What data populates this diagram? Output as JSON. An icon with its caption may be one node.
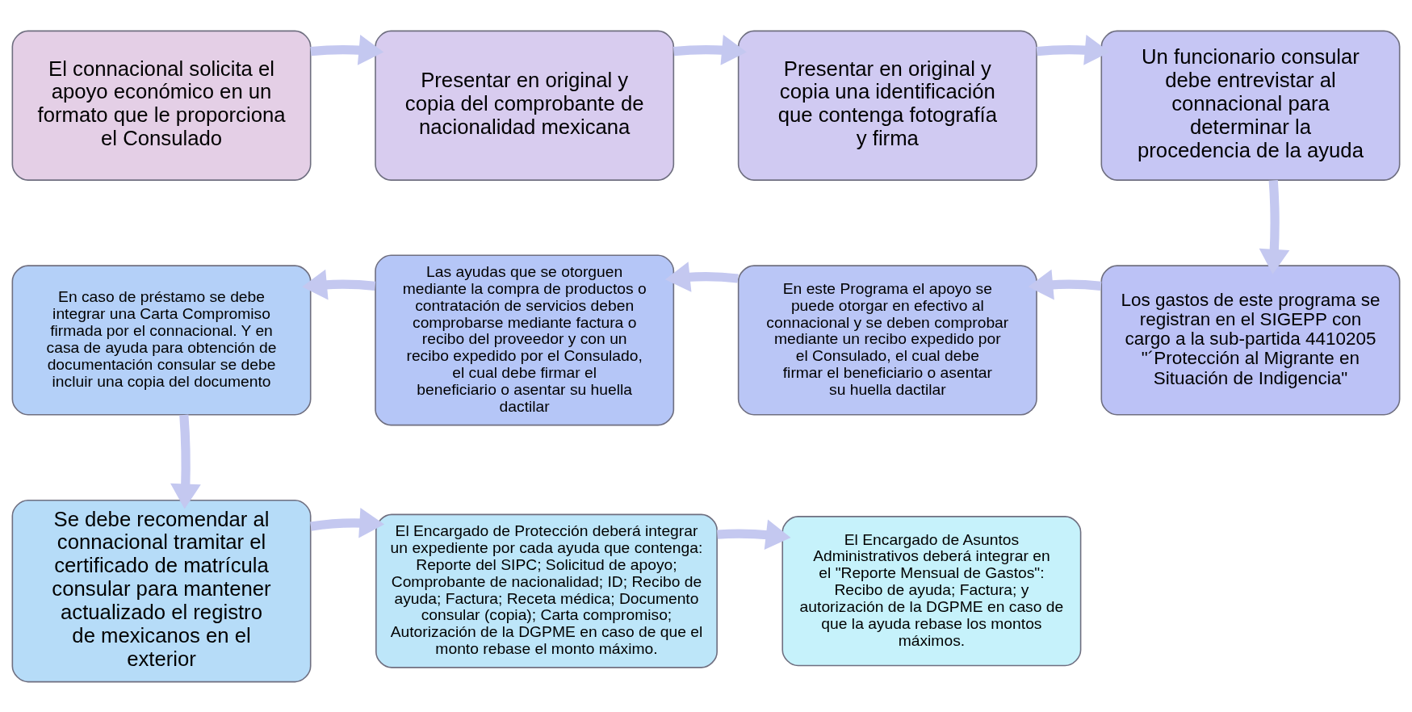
{
  "diagram": {
    "nodes": [
      {
        "text": [
          "El connacional solicita el apoyo económico en un formato que le proporciona el Consulado"
        ]
      },
      {
        "text": [
          "Presentar en original y copia del comprobante de nacionalidad mexicana"
        ]
      },
      {
        "text": [
          "Presentar en original y copia una identificación que contenga fotografía y firma"
        ]
      },
      {
        "text": [
          "Un funcionario consular debe entrevistar al connacional para determinar la procedencia de la ayuda"
        ]
      },
      {
        "text": [
          "Los gastos de este programa se registran en el SIGEPP con cargo a la sub-partida 4410205 \"´Protección al Migrante en Situación de Indigencia\""
        ]
      },
      {
        "text": [
          "En este Programa el apoyo se puede otorgar en efectivo al connacional y se deben comprobar mediante un recibo expedido por el Consulado, el cual debe firmar el beneficiario o asentar su huella dactilar"
        ]
      },
      {
        "text": [
          "Las ayudas que se otorguen mediante la compra de productos o contratación de servicios deben comprobarse mediante factura o recibo del proveedor y con un recibo expedido por el Consulado, el cual debe firmar el beneficiario o asentar su huella dactilar"
        ]
      },
      {
        "text": [
          "En caso de préstamo se debe integrar una Carta Compromiso firmada por el connacional. Y en casa de ayuda para obtención de documentación consular se debe incluir una copia del documento"
        ]
      },
      {
        "text": [
          "Se debe recomendar al connacional tramitar el certificado de matrícula consular para mantener actualizado el registro de mexicanos en el exterior"
        ]
      },
      {
        "text": [
          "El Encargado de Protección deberá integrar un expediente por cada ayuda que contenga: Reporte del SIPC; Solicitud de apoyo; Comprobante de nacionalidad; ID; Recibo de ayuda; Factura; Receta médica; Documento consular (copia); Carta compromiso; Autorización de la DGPME en caso de que el monto rebase el monto máximo."
        ]
      },
      {
        "text": [
          "El Encargado de Asuntos Administrativos deberá integrar en el \"Reporte Mensual de Gastos\": Recibo de ayuda; Factura; y autorización de la DGPME en caso de que la ayuda rebase los montos máximos."
        ]
      }
    ],
    "edges": [
      {
        "from": 0,
        "to": 1,
        "arrow": "to"
      },
      {
        "from": 1,
        "to": 2,
        "arrow": "to"
      },
      {
        "from": 2,
        "to": 3,
        "arrow": "to"
      },
      {
        "from": 3,
        "to": 4,
        "arrow": "to"
      },
      {
        "from": 4,
        "to": 5,
        "arrow": "to"
      },
      {
        "from": 5,
        "to": 6,
        "arrow": "to"
      },
      {
        "from": 6,
        "to": 7,
        "arrow": "to"
      },
      {
        "from": 7,
        "to": 8,
        "arrow": "to"
      },
      {
        "from": 8,
        "to": 9,
        "arrow": "to"
      },
      {
        "from": 9,
        "to": 10,
        "arrow": "to"
      }
    ]
  }
}
